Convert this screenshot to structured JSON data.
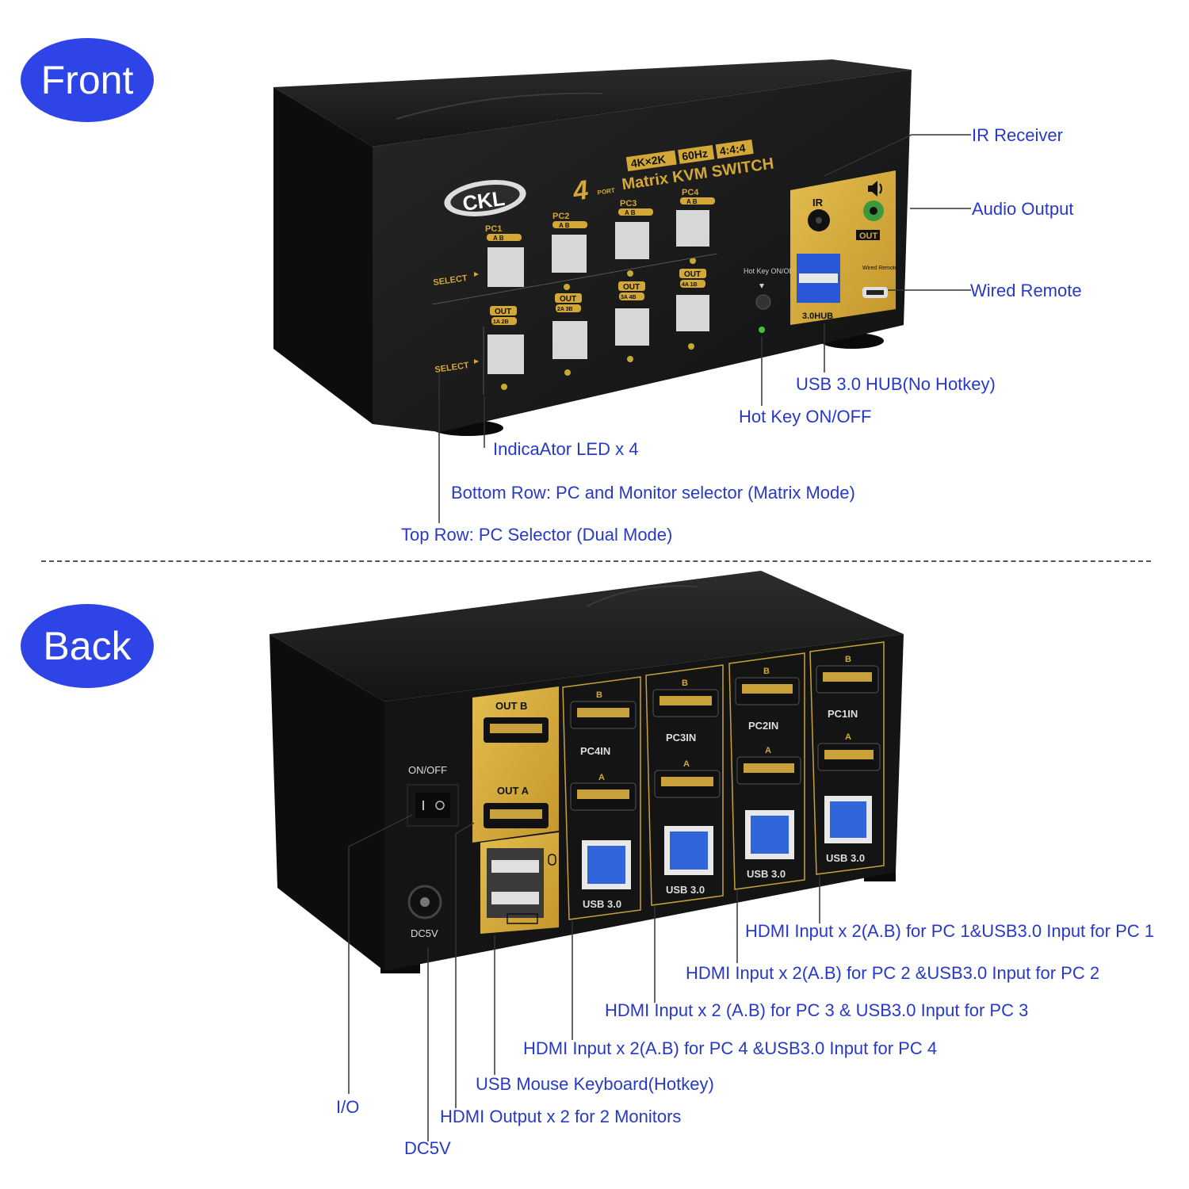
{
  "sections": {
    "front": "Front",
    "back": "Back"
  },
  "colors": {
    "badge": "#2f44e6",
    "callout": "#2639c9",
    "device": "#1f1f1f",
    "gold": "#d4a838"
  },
  "front_panel": {
    "brand": "CKL",
    "spec_tags": [
      "4K×2K",
      "60Hz",
      "4:4:4"
    ],
    "port_count": "4",
    "port_word": "PORT",
    "product_name": "Matrix KVM SWITCH",
    "top_row_labels": [
      "PC1",
      "PC2",
      "PC3",
      "PC4"
    ],
    "ab_label": "A B",
    "bottom_row_labels": [
      "OUT",
      "OUT",
      "OUT",
      "OUT"
    ],
    "bottom_row_sublabels": [
      "1A 2B",
      "2A 3B",
      "3A 4B",
      "4A 1B"
    ],
    "select_label": "SELECT",
    "hotkey_label": "Hot Key ON/OFF",
    "ir_label": "IR",
    "out_label": "OUT",
    "usb_hub_label": "3.0HUB",
    "wired_remote_label": "Wired Remote",
    "icons": [
      "speaker-icon",
      "audio-jack-icon",
      "ir-jack-icon"
    ]
  },
  "front_callouts": {
    "ir_receiver": "IR Receiver",
    "audio_output": "Audio Output",
    "wired_remote": "Wired Remote",
    "usb_hub": "USB 3.0 HUB(No Hotkey)",
    "hotkey": "Hot Key ON/OFF",
    "indicator": "IndicaAtor LED x 4",
    "bottom_row": "Bottom Row: PC and Monitor selector (Matrix Mode)",
    "top_row": "Top Row: PC Selector (Dual Mode)"
  },
  "back_panel": {
    "power_label": "ON/OFF",
    "dc_label": "DC5V",
    "out_b": "OUT B",
    "out_a": "OUT A",
    "pc_in_labels": [
      "PC4IN",
      "PC3IN",
      "PC2IN",
      "PC1IN"
    ],
    "port_b": "B",
    "port_a": "A",
    "usb_label": "USB 3.0",
    "icons": [
      "mouse-icon",
      "keyboard-icon"
    ]
  },
  "back_callouts": {
    "pc1": "HDMI Input x 2(A.B) for PC 1&USB3.0 Input for PC 1",
    "pc2": "HDMI Input x 2(A.B) for PC 2 &USB3.0 Input for PC 2",
    "pc3": "HDMI Input x 2 (A.B) for PC 3 & USB3.0 Input for PC 3",
    "pc4": "HDMI Input x 2(A.B) for PC 4 &USB3.0 Input for PC 4",
    "usb_mk": "USB Mouse Keyboard(Hotkey)",
    "io": "I/O",
    "hdmi_out": "HDMI Output x 2 for 2 Monitors",
    "dc5v": "DC5V"
  }
}
